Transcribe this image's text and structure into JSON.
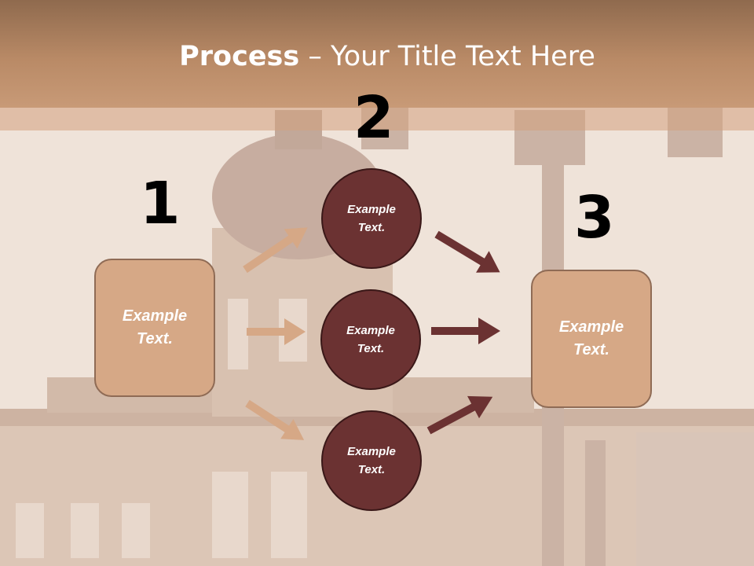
{
  "title": {
    "bold": "Process",
    "rest": " – Your Title Text Here"
  },
  "steps": {
    "one": "1",
    "two": "2",
    "three": "3"
  },
  "boxes": {
    "left": "Example\nText.",
    "right": "Example\nText."
  },
  "circles": {
    "top": "Example\nText.",
    "middle": "Example\nText.",
    "bottom": "Example\nText."
  },
  "colors": {
    "tan_arrow": "#d6a886",
    "dark_arrow": "#6b3232",
    "box_fill": "#d6a886",
    "circle_fill": "#6b3232"
  }
}
